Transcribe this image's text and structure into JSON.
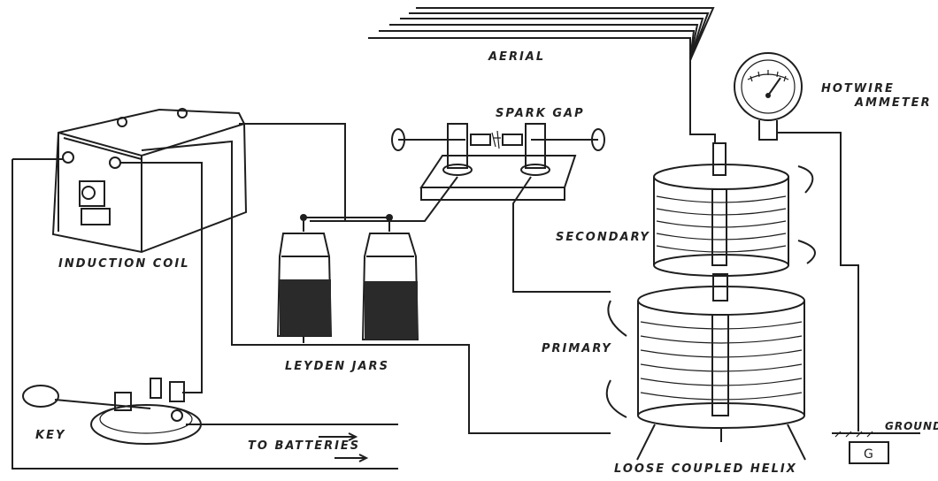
{
  "labels": {
    "aerial": "AERIAL",
    "spark_gap": "SPARK GAP",
    "hotwire_ammeter": "HOTWIRE AMMETER",
    "induction_coil": "INDUCTION COIL",
    "secondary": "SECONDARY",
    "primary": "PRIMARY",
    "leyden_jars": "LEYDEN JARS",
    "key": "KEY",
    "to_batteries": "TO BATTERIES",
    "loose_coupled_helix": "LOOSE COUPLED HELIX",
    "ground": "GROUND",
    "ground_box": "G"
  },
  "colors": {
    "ink": "#1e1e1e",
    "paper": "#ffffff"
  }
}
